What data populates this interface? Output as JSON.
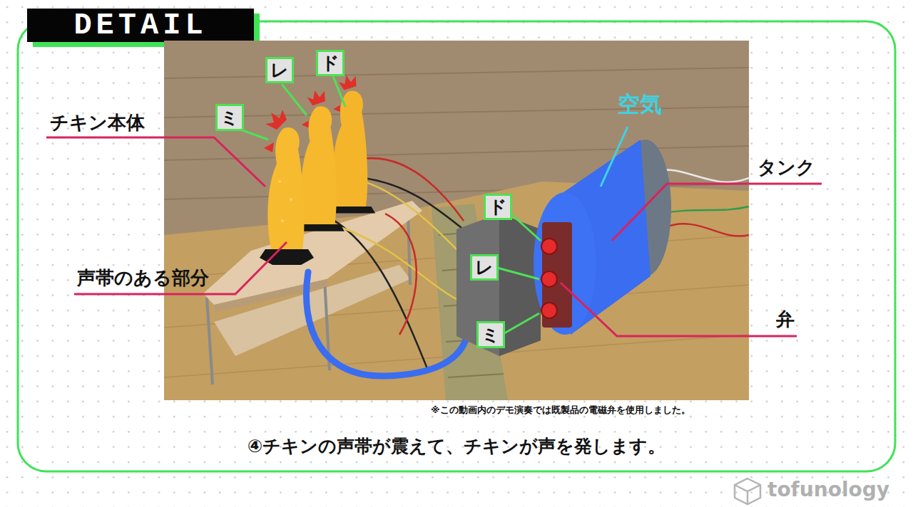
{
  "diagram": {
    "title": "DETAIL",
    "caption": "④チキンの声帯が震えて、チキンが声を発します。",
    "nodes": [
      {
        "text": [
          "ミ"
        ]
      },
      {
        "text": [
          "レ"
        ]
      },
      {
        "text": [
          "ド"
        ]
      },
      {
        "text": [
          "ド"
        ]
      },
      {
        "text": [
          "レ"
        ]
      },
      {
        "text": [
          "ミ"
        ]
      }
    ],
    "labels": [
      "チキン本体",
      "声帯のある部分",
      "空気",
      "タンク",
      "弁",
      "※この動画内のデモ演奏では既製品の電磁弁を使用しました。",
      "tofunology"
    ]
  }
}
